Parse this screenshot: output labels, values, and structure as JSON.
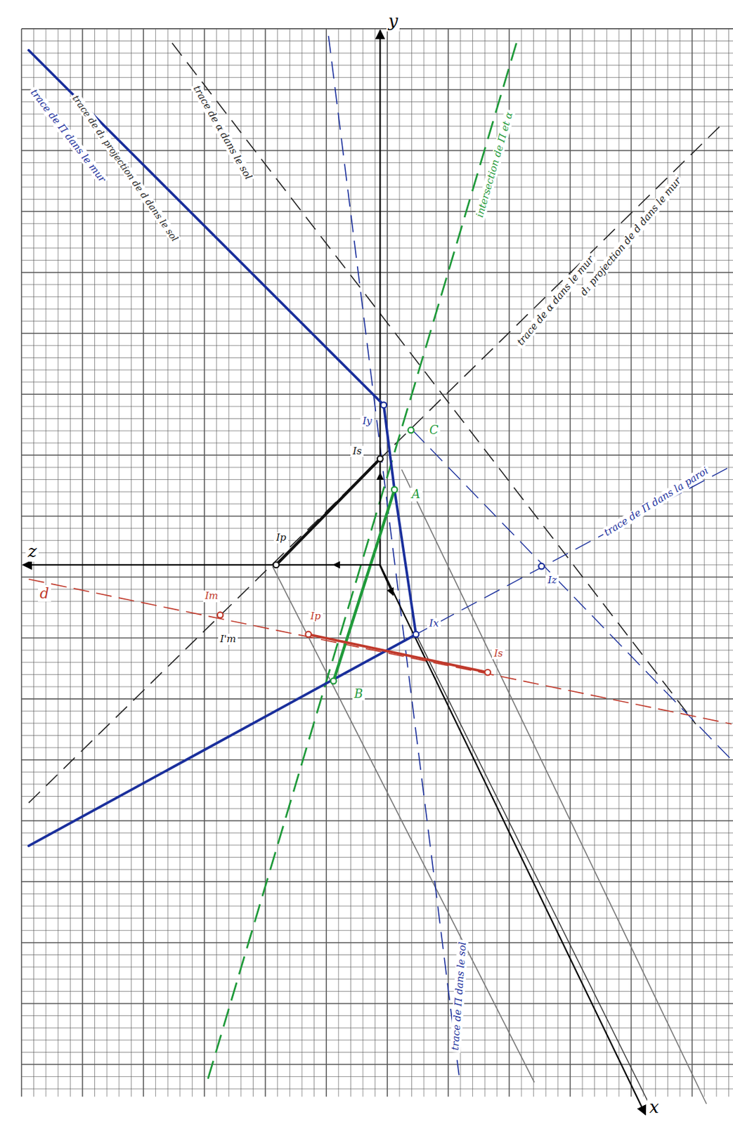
{
  "diagram": {
    "labels": [
      "y",
      "z",
      "x",
      "trace de Π dans le mur",
      "trace de d₁ projection de d dans le sol",
      "trace de α dans le sol",
      "intersection de Π et α",
      "d₁ projection de d dans le mur",
      "trace de α dans le mur",
      "trace de Π dans la paroi",
      "trace de Π dans le sol",
      "Iy",
      "Is",
      "A",
      "C",
      "Ip",
      "Im",
      "I'm",
      "Ip",
      "Ix",
      "Is",
      "Iz",
      "B",
      "d"
    ]
  }
}
